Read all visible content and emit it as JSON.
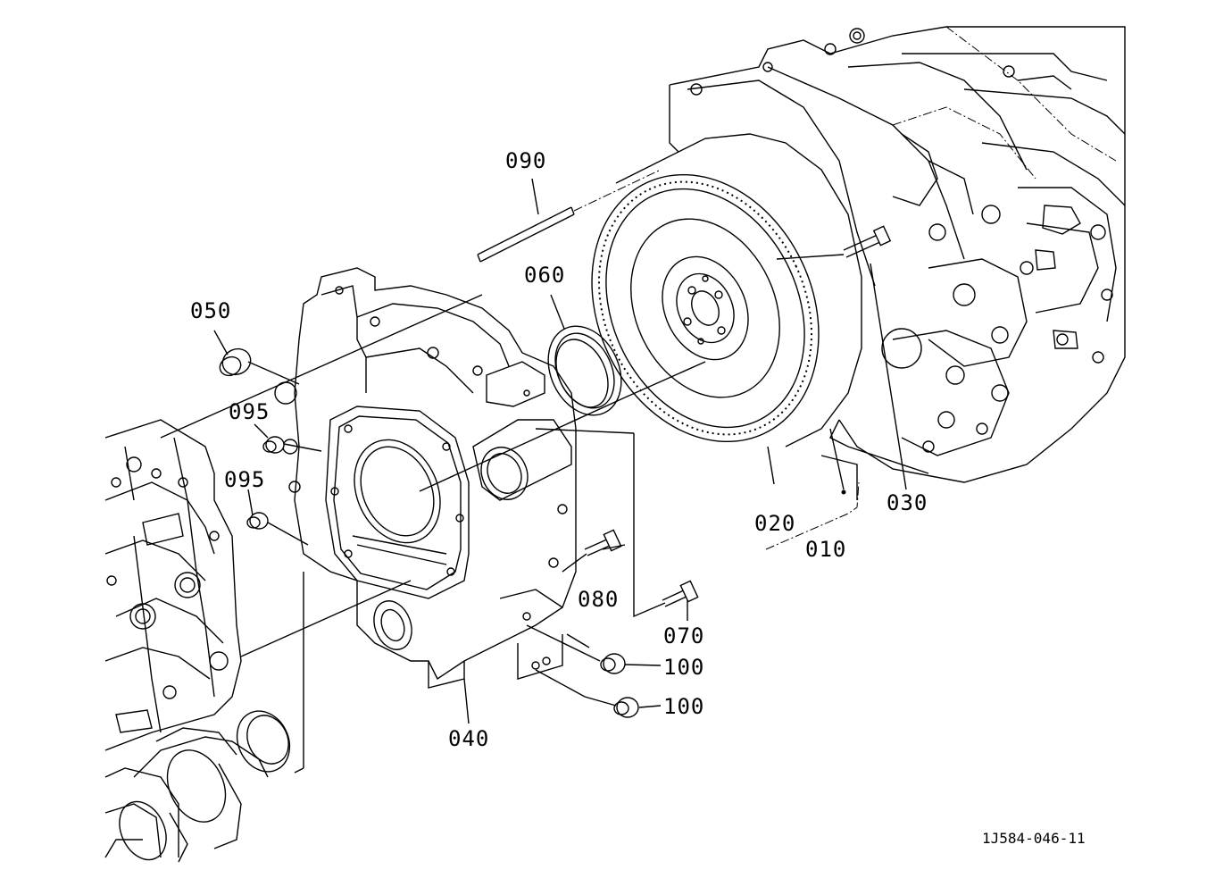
{
  "callouts": {
    "p010": "010",
    "p020": "020",
    "p030": "030",
    "p040": "040",
    "p050": "050",
    "p060": "060",
    "p070": "070",
    "p080": "080",
    "p090": "090",
    "p095a": "095",
    "p095b": "095",
    "p100a": "100",
    "p100b": "100"
  },
  "drawing_code": "1J584-046-11"
}
